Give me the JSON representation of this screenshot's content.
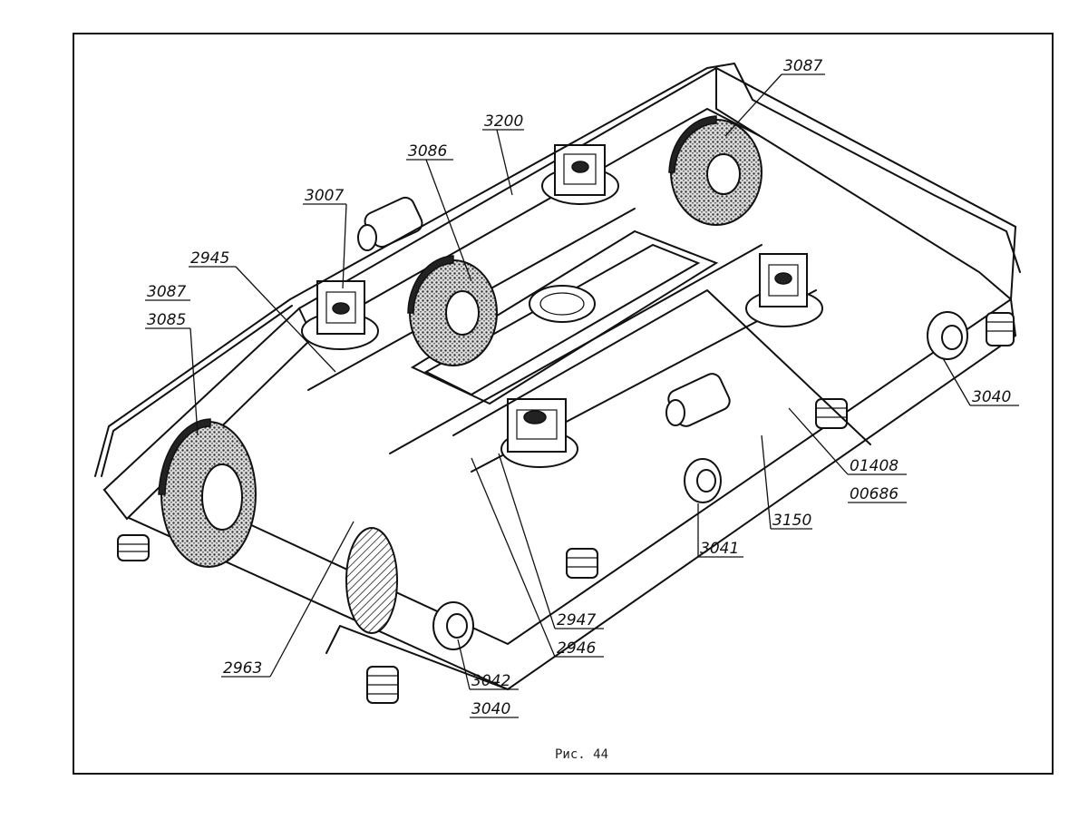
{
  "figure": {
    "caption": "Рис. 44",
    "callouts": [
      {
        "id": "c3087a",
        "text": "3087"
      },
      {
        "id": "c3200",
        "text": "3200"
      },
      {
        "id": "c3086",
        "text": "3086"
      },
      {
        "id": "c3007",
        "text": "3007"
      },
      {
        "id": "c2945",
        "text": "2945"
      },
      {
        "id": "c3087b",
        "text": "3087"
      },
      {
        "id": "c3085",
        "text": "3085"
      },
      {
        "id": "c3040a",
        "text": "3040"
      },
      {
        "id": "c01408",
        "text": "01408"
      },
      {
        "id": "c00686",
        "text": "00686"
      },
      {
        "id": "c3150",
        "text": "3150"
      },
      {
        "id": "c3041",
        "text": "3041"
      },
      {
        "id": "c2947",
        "text": "2947"
      },
      {
        "id": "c2946",
        "text": "2946"
      },
      {
        "id": "c2963",
        "text": "2963"
      },
      {
        "id": "c3042",
        "text": "3042"
      },
      {
        "id": "c3040b",
        "text": "3040"
      }
    ]
  }
}
